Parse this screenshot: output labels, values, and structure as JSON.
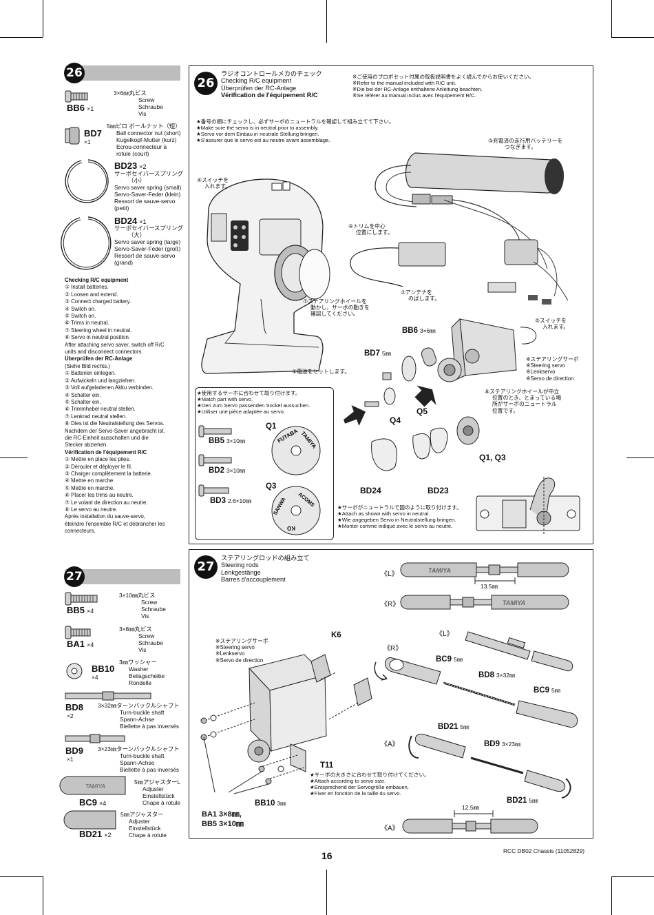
{
  "page_number": "16",
  "footer_product": "RCC DB02 Chassis (11052829)",
  "step26": {
    "number": "26",
    "title_lines": [
      "ラジオコントロールメカのチェック",
      "Checking R/C equipment",
      "Überprüfen der RC-Anlage",
      "Vérification de l'équipement R/C"
    ],
    "note_lines": [
      "※ご使用のプロポセット付属の取扱説明書をよく読んでからお使いください。",
      "※Refer to the manual included with R/C unit.",
      "※Die bei der RC-Anlage enthaltene Anleitung beachten.",
      "※Se référer au manual inclus avec l'équipement R/C."
    ],
    "warning_lines": [
      "★番号の順にチェックし、必ずサーボのニュートラルを確認して組み立てて下さい。",
      "★Make sure the servo is in neutral prior to assembly.",
      "★Servo vor dem Einbau in neutrale Stellung bringen.",
      "★S'assurer que le servo est au neutre avant assemblage."
    ],
    "callout1": [
      "①電池をセットします。"
    ],
    "callout2": [
      "②アンテナを",
      "のばします。"
    ],
    "callout3": [
      "③充電済の走行用バッテリーを",
      "つなぎます。"
    ],
    "callout4": [
      "④スイッチを",
      "入れます。"
    ],
    "callout5": [
      "⑤スイッチを",
      "入れます。"
    ],
    "callout6": [
      "⑥トリムを中心",
      "位置にします。"
    ],
    "callout7": [
      "⑦ステアリングホイールを",
      "動かし、サーボの動きを",
      "確認してください。"
    ],
    "callout8": [
      "⑧ステアリングホイールが中立",
      "位置のとき、とまっている場",
      "所がサーボのニュートラル",
      "位置です。"
    ],
    "servo_lines": [
      "※ステアリングサーボ",
      "※Steering servo",
      "※Lenkservo",
      "※Servo de direction"
    ],
    "match_lines": [
      "★使用するサーボに合わせて取り付けます。",
      "★Match part with servo.",
      "★Den zum Servo passenden Sockel aussuchen.",
      "★Utiliser une pièce adaptée au servo."
    ],
    "neutral_lines": [
      "★サーボがニュートラルで図のように取り付けます。",
      "★Attach as shown with servo in neutral.",
      "★Wie angegeben Servo in Neutralstellung bringen.",
      "★Monter comme indiqué avec le servo au neutre."
    ],
    "q1": "Q1",
    "q3": "Q3",
    "q4": "Q4",
    "q5": "Q5",
    "q1q3": "Q1, Q3",
    "bb6_label": "BB6",
    "bb6_size": "3×6㎜",
    "bd7_label": "BD7",
    "bd7_size": "5㎜",
    "bd24_label": "BD24",
    "bd23_label": "BD23",
    "bb5_label": "BB5",
    "bb5_size": "3×10㎜",
    "bd2_label": "BD2",
    "bd2_size": "3×10㎜",
    "bd3_label": "BD3",
    "bd3_size": "2.6×10㎜",
    "q1_text_a": "FUTABA",
    "q1_text_b": "TAMIYA",
    "q3_text_a": "SANWA",
    "q3_text_b": "ACOMS",
    "q3_text_c": "KO"
  },
  "sidebar26": {
    "number": "26",
    "parts": [
      {
        "code": "BB6",
        "qty": "×1",
        "desc": [
          "3×6㎜丸ビス",
          "Screw",
          "Schraube",
          "Vis"
        ]
      },
      {
        "code": "BD7",
        "qty": "×1",
        "desc": [
          "5㎜ピロ ボールナット（短）",
          "Ball connector nut (short)",
          "Kugelkopf-Mutter (kurz)",
          "Ecrou-connecteur à",
          "rotule (court)"
        ]
      },
      {
        "code": "BD23",
        "qty": "×2",
        "desc": [
          "サーボセイバースプリング",
          "（小）",
          "Servo saver spring (small)",
          "Servo-Saver-Feder (klein)",
          "Ressort de sauve-servo",
          "(petit)"
        ]
      },
      {
        "code": "BD24",
        "qty": "×1",
        "desc": [
          "サーボセイバースプリング",
          "（大）",
          "Servo saver spring (large)",
          "Servo-Saver-Feder (groß)",
          "Ressort de sauve-servo",
          "(grand)"
        ]
      }
    ],
    "en_title": "Checking R/C equipment",
    "en_items": [
      "① Install batteries.",
      "② Loosen and extend.",
      "③ Connect charged battery.",
      "④ Switch on.",
      "⑤ Switch on.",
      "⑥ Trims in neutral.",
      "⑦ Steering wheel in neutral.",
      "⑧ Servo in neutral position.",
      "After attaching servo saver, switch off R/C",
      "units and disconnect connectors."
    ],
    "de_title": "Überprüfen der RC-Anlage",
    "de_items": [
      "(Siehe Bild rechts.)",
      "① Batterien einlegen.",
      "② Aufwickeln und langziehen.",
      "③ Voll aufgeladenen Akku verbinden.",
      "④ Schalter ein.",
      "⑤ Schalter ein.",
      "⑥ Trimmhebel neutral stellen.",
      "⑦ Lenkrad neutral stellen.",
      "⑧ Dies ist die Neutralstellung des Servos.",
      "Nachdem der Servo-Saver angebracht ist,",
      "die RC-Einheit ausschalten und die",
      "Stecker abziehen."
    ],
    "fr_title": "Vérification de l'équipement R/C",
    "fr_items": [
      "① Mettre en place les piles.",
      "② Dérouler et déployer le fil.",
      "③ Charger complètement la batterie.",
      "④ Mettre en marche.",
      "⑤ Mettre en marche.",
      "⑥ Placer les trims au neutre.",
      "⑦ Le volant de direction au neutre.",
      "⑧ Le servo au neutre.",
      "Après installation du sauve-servo,",
      "éteindre l'ensemble R/C et débrancher les",
      "connecteurs."
    ]
  },
  "step27": {
    "number": "27",
    "title_lines": [
      "ステアリングロッドの組み立て",
      "Steering rods",
      "Lenkgestänge",
      "Barres d'accouplement"
    ],
    "L_top": "《L》",
    "R_top": "《R》",
    "dim_135": "13.5㎜",
    "L_mid": "《L》",
    "R_mid": "《R》",
    "bc9_a": "BC9",
    "bc9_a_size": "5㎜",
    "bd8": "BD8",
    "bd8_size": "3×32㎜",
    "bc9_b": "BC9",
    "bc9_b_size": "5㎜",
    "bd21_a": "BD21",
    "bd21_a_size": "5㎜",
    "bd9": "BD9",
    "bd9_size": "3×23㎜",
    "bd21_b": "BD21",
    "bd21_b_size": "5㎜",
    "A_mid": "《A》",
    "A_bottom": "《A》",
    "dim_125": "12.5㎜",
    "servo_lines": [
      "※ステアリングサーボ",
      "※Steering servo",
      "※Lenkservo",
      "※Servo de direction"
    ],
    "k6": "K6",
    "t11": "T11",
    "ba1_bb5": [
      "BA1 3×8㎜,",
      "BB5 3×10㎜"
    ],
    "bb10": "BB10",
    "bb10_size": "3㎜",
    "attach_lines": [
      "★サーボの大きさに合わせて取り付けてください。",
      "★Attach according to servo size.",
      "★Entsprechend der Servogröße einbauen.",
      "★Fixer en fonction de la taille du servo."
    ],
    "rod_print_L": "TAMIYA",
    "rod_print_R": "TAMIYA"
  },
  "sidebar27": {
    "number": "27",
    "parts": [
      {
        "code": "BB5",
        "qty": "×4",
        "desc": [
          "3×10㎜丸ビス",
          "Screw",
          "Schraube",
          "Vis"
        ]
      },
      {
        "code": "BA1",
        "qty": "×4",
        "desc": [
          "3×8㎜丸ビス",
          "Screw",
          "Schraube",
          "Vis"
        ]
      },
      {
        "code": "BB10",
        "qty": "×4",
        "desc": [
          "3㎜ワッシャー",
          "Washer",
          "Beilagscheibe",
          "Rondelle"
        ]
      },
      {
        "code": "BD8",
        "qty": "×2",
        "desc": [
          "3×32㎜ターンバックルシャフト",
          "Turn-buckle shaft",
          "Spann-Achse",
          "Biellette à pas inversés"
        ]
      },
      {
        "code": "BD9",
        "qty": "×1",
        "desc": [
          "3×23㎜ターンバックルシャフト",
          "Turn-buckle shaft",
          "Spann-Achse",
          "Biellette à pas inversés"
        ]
      },
      {
        "code": "BC9",
        "qty": "×4",
        "desc": [
          "5㎜アジャスターL",
          "Adjuster",
          "Einstellstück",
          "Chape à rotule"
        ]
      },
      {
        "code": "BD21",
        "qty": "×2",
        "desc": [
          "5㎜アジャスター",
          "Adjuster",
          "Einstellstück",
          "Chape à rotule"
        ]
      }
    ]
  }
}
